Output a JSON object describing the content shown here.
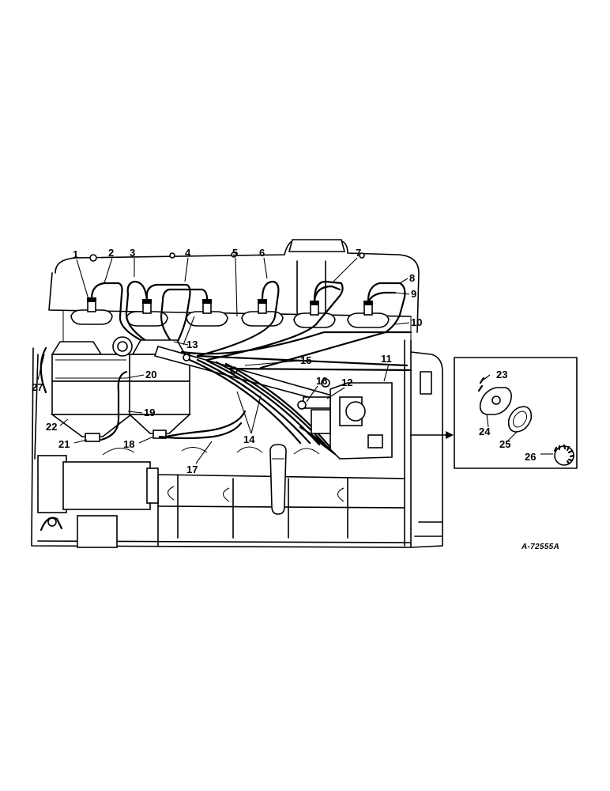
{
  "diagram": {
    "reference_code": "A-72555A",
    "callouts": [
      {
        "id": "c1",
        "label": "1"
      },
      {
        "id": "c2",
        "label": "2"
      },
      {
        "id": "c3",
        "label": "3"
      },
      {
        "id": "c4",
        "label": "4"
      },
      {
        "id": "c5",
        "label": "5"
      },
      {
        "id": "c6",
        "label": "6"
      },
      {
        "id": "c7",
        "label": "7"
      },
      {
        "id": "c8",
        "label": "8"
      },
      {
        "id": "c9",
        "label": "9"
      },
      {
        "id": "c10",
        "label": "10"
      },
      {
        "id": "c11",
        "label": "11"
      },
      {
        "id": "c12",
        "label": "12"
      },
      {
        "id": "c13",
        "label": "13"
      },
      {
        "id": "c14",
        "label": "14"
      },
      {
        "id": "c15",
        "label": "15"
      },
      {
        "id": "c16",
        "label": "16"
      },
      {
        "id": "c17",
        "label": "17"
      },
      {
        "id": "c18",
        "label": "18"
      },
      {
        "id": "c19",
        "label": "19"
      },
      {
        "id": "c20",
        "label": "20"
      },
      {
        "id": "c21",
        "label": "21"
      },
      {
        "id": "c22",
        "label": "22"
      },
      {
        "id": "c23",
        "label": "23"
      },
      {
        "id": "c24",
        "label": "24"
      },
      {
        "id": "c25",
        "label": "25"
      },
      {
        "id": "c26",
        "label": "26"
      },
      {
        "id": "c27",
        "label": "27"
      }
    ]
  }
}
